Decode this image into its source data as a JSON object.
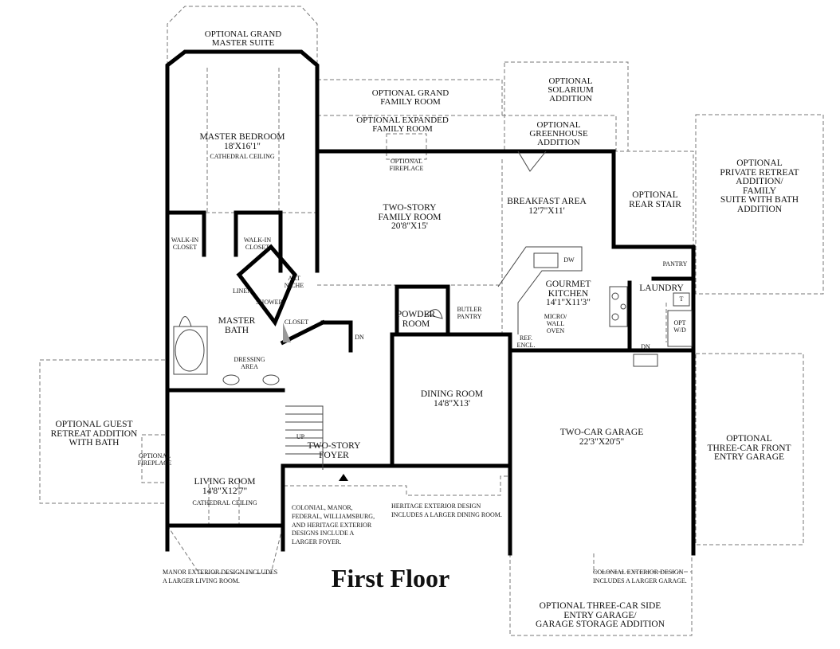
{
  "title": "First Floor",
  "rooms": {
    "grand_master": "OPTIONAL GRAND\nMASTER SUITE",
    "master_bedroom": "MASTER BEDROOM\n18'X16'1\"",
    "master_bedroom_ceiling": "CATHEDRAL CEILING",
    "walk_in_closet_1": "WALK-IN\nCLOSET",
    "walk_in_closet_2": "WALK-IN\nCLOSET",
    "linen": "LINEN",
    "art_niche": "ART\nNICHE",
    "shower": "SHOWER",
    "closet": "CLOSET",
    "master_bath": "MASTER\nBATH",
    "dressing_area": "DRESSING\nAREA",
    "grand_family": "OPTIONAL GRAND\nFAMILY ROOM",
    "expanded_family": "OPTIONAL EXPANDED\nFAMILY ROOM",
    "optional_fireplace_1": "OPTIONAL\nFIREPLACE",
    "family_room": "TWO-STORY\nFAMILY ROOM\n20'8\"X15'",
    "solarium": "OPTIONAL\nSOLARIUM\nADDITION",
    "greenhouse": "OPTIONAL\nGREENHOUSE\nADDITION",
    "breakfast": "BREAKFAST AREA\n12'7\"X11'",
    "rear_stair": "OPTIONAL\nREAR STAIR",
    "private_retreat": "OPTIONAL\nPRIVATE RETREAT\nADDITION/ FAMILY\nSUITE WITH BATH\nADDITION",
    "pantry": "PANTRY",
    "laundry": "LAUNDRY",
    "washer_tub": "T",
    "opt_wd": "OPT\nW/D",
    "dishwasher": "DW",
    "kitchen": "GOURMET\nKITCHEN\n14'1\"X11'3\"",
    "micro_oven": "MICRO/\nWALL\nOVEN",
    "ref_encl": "REF.\nENCL.",
    "powder": "POWDER\nROOM",
    "butler_pantry": "BUTLER\nPANTRY",
    "dn_1": "DN",
    "dn_2": "DN",
    "up": "UP",
    "dining": "DINING ROOM\n14'8\"X13'",
    "garage": "TWO-CAR GARAGE\n22'3\"X20'5\"",
    "three_car_front": "OPTIONAL\nTHREE-CAR FRONT\nENTRY GARAGE",
    "guest_retreat": "OPTIONAL GUEST\nRETREAT ADDITION\nWITH BATH",
    "optional_fireplace_2": "OPTIONAL\nFIREPLACE",
    "foyer": "TWO-STORY\nFOYER",
    "living": "LIVING ROOM\n14'8\"X12'7\"",
    "living_ceiling": "CATHEDRAL CEILING",
    "three_car_side": "OPTIONAL THREE-CAR SIDE\nENTRY GARAGE/\nGARAGE STORAGE ADDITION"
  },
  "notes": {
    "foyer_note": "COLONIAL, MANOR,\nFEDERAL, WILLIAMSBURG,\nAND HERITAGE EXTERIOR\nDESIGNS INCLUDE A\nLARGER FOYER.",
    "dining_note": "HERITAGE EXTERIOR DESIGN\nINCLUDES A LARGER DINING ROOM.",
    "living_note": "MANOR EXTERIOR DESIGN INCLUDES\nA LARGER LIVING ROOM.",
    "garage_note": "COLONIAL EXTERIOR DESIGN\nINCLUDES A LARGER GARAGE."
  }
}
